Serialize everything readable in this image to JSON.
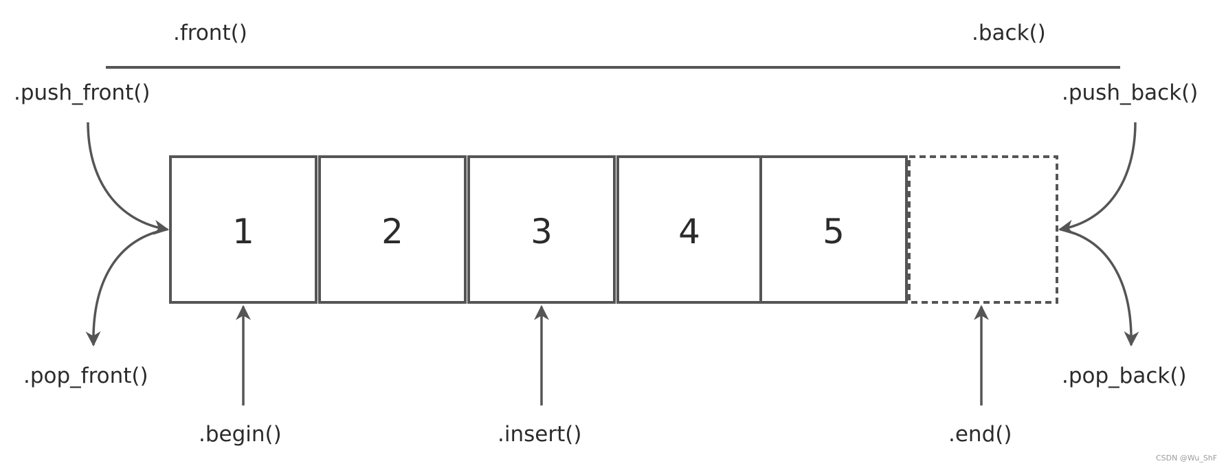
{
  "labels": {
    "front": ".front()",
    "back": ".back()",
    "push_front": ".push_front()",
    "push_back": ".push_back()",
    "pop_front": ".pop_front()",
    "pop_back": ".pop_back()",
    "begin": ".begin()",
    "insert": ".insert()",
    "end": ".end()"
  },
  "cells": [
    "1",
    "2",
    "3",
    "4",
    "5"
  ],
  "watermark": "CSDN @Wu_ShF",
  "colors": {
    "stroke": "#555555",
    "text": "#2b2b2b"
  }
}
